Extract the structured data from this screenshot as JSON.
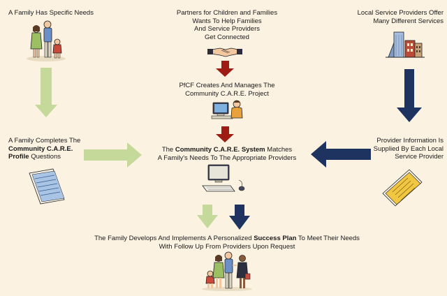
{
  "colors": {
    "background": "#fbf2e2",
    "green_arrow": "#c5d99a",
    "red_arrow": "#9e1c14",
    "navy_arrow": "#1e3360"
  },
  "nodes": {
    "family_needs": {
      "text": "A Family Has Specific Needs",
      "icon": "family-icon"
    },
    "partners": {
      "lines": [
        "Partners for Children and Families",
        "Wants To Help Families",
        "And Service Providers",
        "Get Connected"
      ],
      "icon": "handshake-icon"
    },
    "local_providers": {
      "lines": [
        "Local Service Providers Offer",
        "Many Different Services"
      ],
      "icon": "buildings-icon"
    },
    "pfcf_manages": {
      "lines": [
        "PfCF Creates And Manages The",
        "Community C.A.R.E. Project"
      ],
      "icon": "computer-user-icon"
    },
    "family_completes": {
      "line1": "A Family Completes The",
      "bold1": "Community C.A.R.E.",
      "bold2": "Profile",
      "rest2": " Questions",
      "icon": "profile-form-icon"
    },
    "system_matches": {
      "pre1": "The ",
      "bold1": "Community C.A.R.E. System",
      "post1": " Matches",
      "line2": "A Family's Needs To The Appropriate Providers",
      "icon": "computer-icon"
    },
    "provider_info": {
      "lines": [
        "Provider Information Is",
        "Supplied By Each Local",
        "Service Provider"
      ],
      "icon": "documents-icon"
    },
    "success_plan": {
      "pre1": "The Family Develops And Implements A Personalized ",
      "bold1": "Success Plan",
      "post1": " To Meet Their Needs",
      "line2": "With Follow Up From Providers Upon Request",
      "icon": "family-with-provider-icon"
    }
  }
}
